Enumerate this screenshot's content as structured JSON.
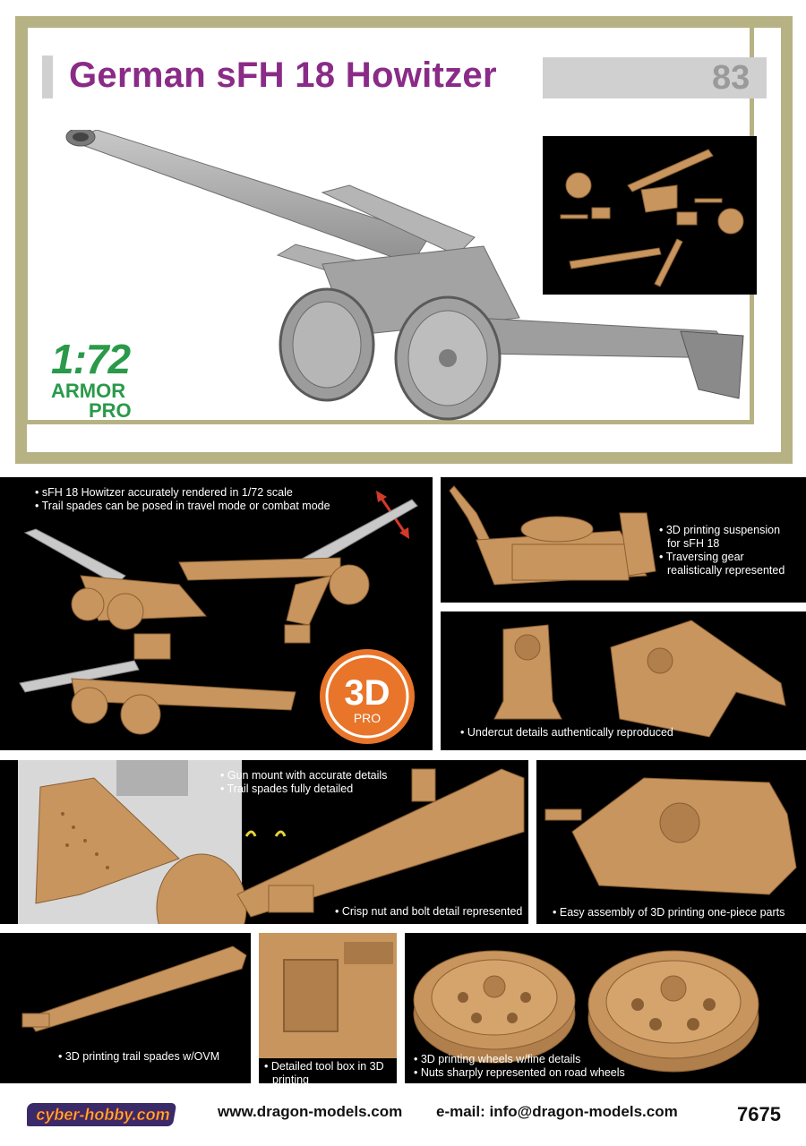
{
  "header": {
    "title": "German sFH 18 Howitzer",
    "issue_number": "83"
  },
  "logo": {
    "scale": "1:72",
    "line1": "ARMOR",
    "line2": "PRO",
    "color": "#2a9a4a"
  },
  "badge_3d": {
    "main": "3D",
    "sub": "PRO",
    "color": "#e8752a"
  },
  "panels": {
    "p1": [
      "sFH 18 Howitzer accurately rendered in 1/72 scale",
      "Trail spades can be posed in travel mode or combat mode"
    ],
    "p2": [
      "3D printing suspension",
      "for sFH 18",
      "Traversing gear",
      "realistically represented"
    ],
    "p3": [
      "Undercut details authentically reproduced"
    ],
    "p4a": [
      "Gun mount with accurate details",
      "Trail spades fully detailed"
    ],
    "p4b": [
      "Crisp nut and bolt detail represented"
    ],
    "p5": [
      "Easy assembly of 3D printing one-piece parts"
    ],
    "p6": [
      "3D printing trail spades w/OVM"
    ],
    "p7": [
      "Detailed tool box in 3D",
      "printing"
    ],
    "p8": [
      "3D printing wheels w/fine details",
      "Nuts sharply represented on road wheels"
    ]
  },
  "footer": {
    "brand": "cyber-hobby.com",
    "website": "www.dragon-models.com",
    "email": "e-mail: info@dragon-models.com",
    "product_code": "7675"
  },
  "colors": {
    "title": "#8a2b87",
    "frame": "#b7b284",
    "part_tan": "#c8955e",
    "model_grey": "#a9a9a9"
  }
}
